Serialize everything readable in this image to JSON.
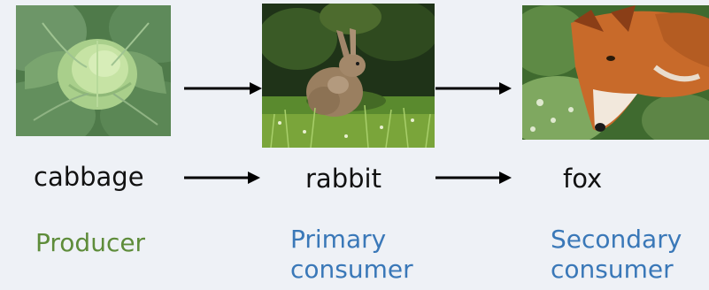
{
  "food_chain": [
    {
      "organism": "cabbage",
      "role_lines": [
        "Producer"
      ],
      "role_color": "#5e8c3a"
    },
    {
      "organism": "rabbit",
      "role_lines": [
        "Primary",
        "consumer"
      ],
      "role_color": "#3a78b8"
    },
    {
      "organism": "fox",
      "role_lines": [
        "Secondary",
        "consumer"
      ],
      "role_color": "#3a78b8"
    }
  ],
  "photos": {
    "cabbage": "cabbage-photo",
    "rabbit": "rabbit-photo",
    "fox": "fox-photo"
  },
  "arrow_color": "#000000",
  "background_color": "#eef1f6"
}
